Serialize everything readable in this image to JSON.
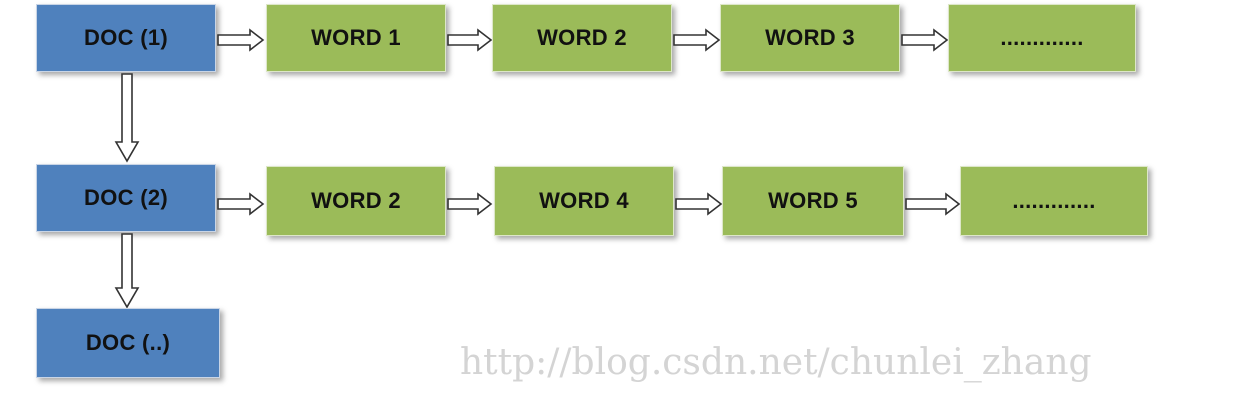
{
  "docs": [
    "DOC (1)",
    "DOC (2)",
    "DOC (..)"
  ],
  "row1_words": [
    "WORD 1",
    "WORD 2",
    "WORD 3",
    "............."
  ],
  "row2_words": [
    "WORD 2",
    "WORD 4",
    "WORD 5",
    "............."
  ],
  "watermark": "http://blog.csdn.net/chunlei_zhang",
  "colors": {
    "doc": "#4f81bd",
    "word": "#9bbb59",
    "arrow_stroke": "#333333"
  }
}
